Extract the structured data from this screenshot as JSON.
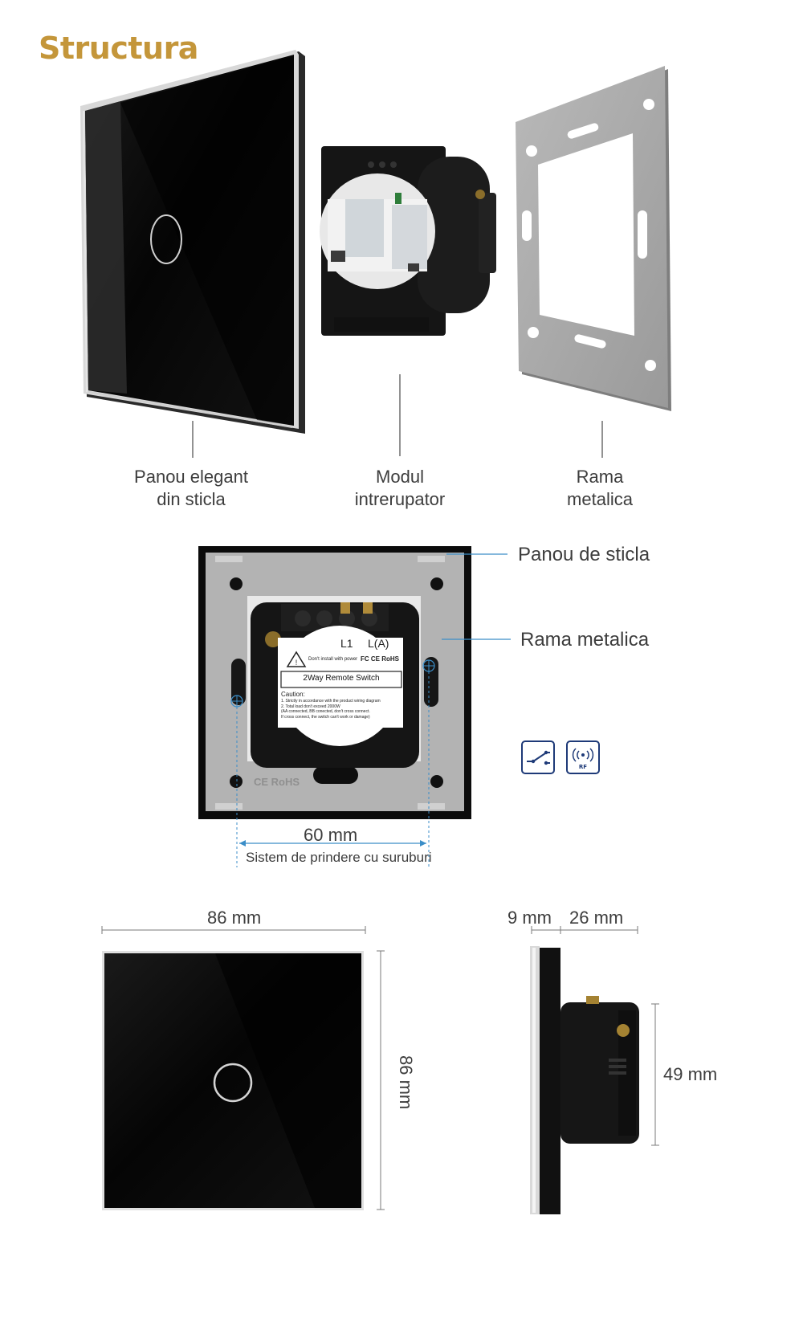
{
  "title": "Structura",
  "components": {
    "panel_label_1": "Panou elegant",
    "panel_label_2": "din sticla",
    "module_label_1": "Modul",
    "module_label_2": "intrerupator",
    "frame_label_1": "Rama",
    "frame_label_2": "metalica"
  },
  "back_view": {
    "callout_glass": "Panou de sticla",
    "callout_frame": "Rama metalica",
    "terminal_l1": "L1",
    "terminal_la": "L(A)",
    "warning_text": "Don't install with power",
    "certs": "FC CE RoHS",
    "product_name": "2Way Remote Switch",
    "caution_title": "Caution:",
    "caution_1": "1. Strictly in accordance with the product wiring diagram",
    "caution_2": "2. Total load don't exceed 2000W",
    "caution_3": "(AA connected, BB conected, don't cross connect.",
    "caution_4": "If cross connect, the switch can't work or damage)",
    "frame_marking": "CE RoHS",
    "spacing_value": "60 mm",
    "spacing_caption": "Sistem de prindere cu suruburi"
  },
  "icons": {
    "switch_icon": "two-way-switch-icon",
    "rf_icon": "rf-signal-icon",
    "rf_text": "RF",
    "accent_color": "#1e3a78"
  },
  "dimensions": {
    "width": "86 mm",
    "height": "86 mm",
    "glass_depth": "9 mm",
    "module_depth": "26 mm",
    "module_height": "49 mm"
  },
  "colors": {
    "title": "#c4963a",
    "dimension_line": "#3b8ec8",
    "glass": "#0a0a0a",
    "frame": "#a9a9a9"
  }
}
